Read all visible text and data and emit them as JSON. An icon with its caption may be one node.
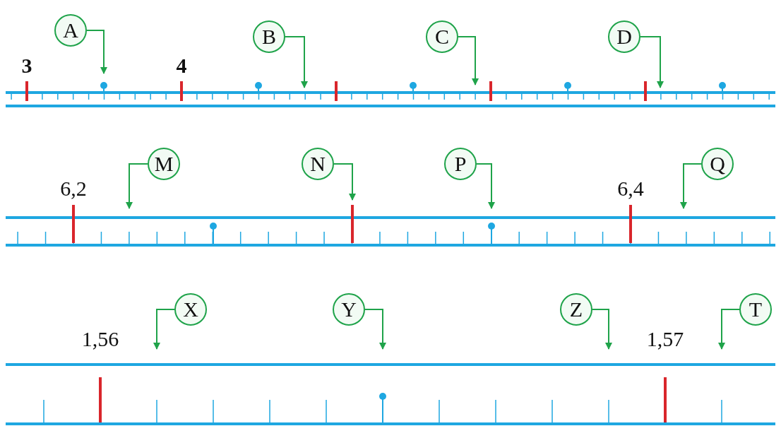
{
  "diagram": {
    "nodes": [
      {
        "text": [
          "A"
        ]
      },
      {
        "text": [
          "B"
        ]
      },
      {
        "text": [
          "C"
        ]
      },
      {
        "text": [
          "D"
        ]
      },
      {
        "text": [
          "M"
        ]
      },
      {
        "text": [
          "N"
        ]
      },
      {
        "text": [
          "P"
        ]
      },
      {
        "text": [
          "Q"
        ]
      },
      {
        "text": [
          "X"
        ]
      },
      {
        "text": [
          "Y"
        ]
      },
      {
        "text": [
          "Z"
        ]
      },
      {
        "text": [
          "T"
        ]
      }
    ],
    "edges": [
      {
        "from": 0,
        "to": null,
        "arrow": "to"
      },
      {
        "from": 1,
        "to": null,
        "arrow": "to"
      },
      {
        "from": 2,
        "to": null,
        "arrow": "to"
      },
      {
        "from": 3,
        "to": null,
        "arrow": "to"
      },
      {
        "from": 4,
        "to": null,
        "arrow": "to"
      },
      {
        "from": 5,
        "to": null,
        "arrow": "to"
      },
      {
        "from": 6,
        "to": null,
        "arrow": "to"
      },
      {
        "from": 7,
        "to": null,
        "arrow": "to"
      },
      {
        "from": 8,
        "to": null,
        "arrow": "to"
      },
      {
        "from": 9,
        "to": null,
        "arrow": "to"
      },
      {
        "from": 10,
        "to": null,
        "arrow": "to"
      },
      {
        "from": 11,
        "to": null,
        "arrow": "to"
      }
    ],
    "labels": [
      "3",
      "4",
      "6,2",
      "6,4",
      "1,56",
      "1,57"
    ]
  }
}
